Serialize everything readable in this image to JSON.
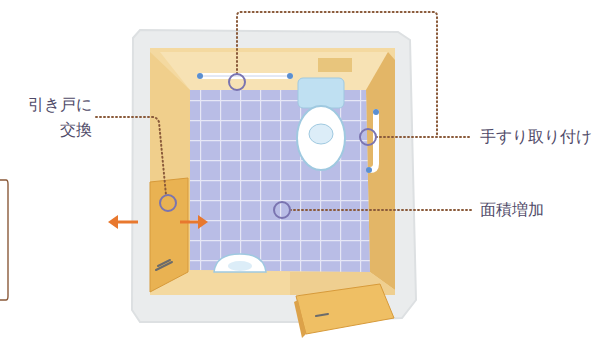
{
  "diagram": {
    "labels": [
      "引き戸に 交換",
      "手すり取り付け",
      "面積増加"
    ]
  }
}
